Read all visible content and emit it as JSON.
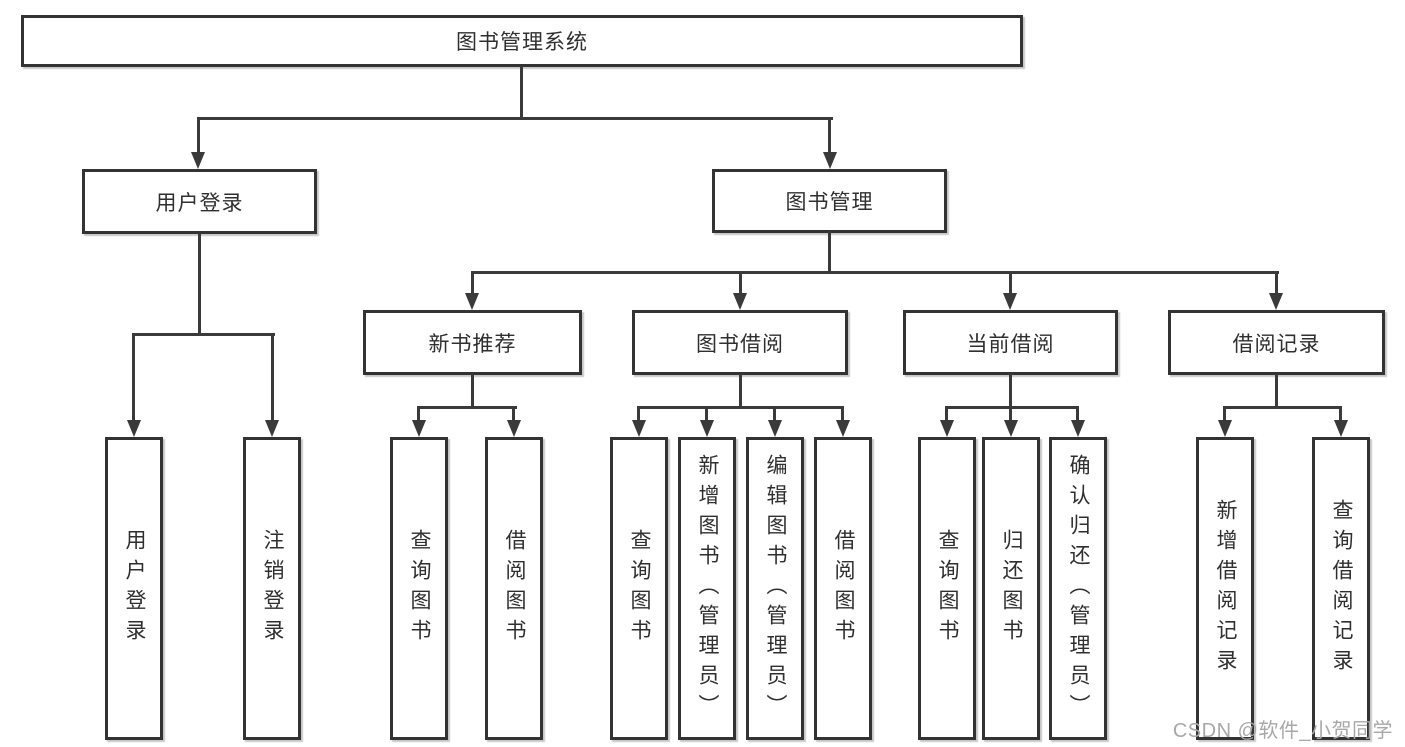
{
  "diagram_title": "图书管理系统",
  "tree": {
    "label": "图书管理系统",
    "children": [
      {
        "label": "用户登录",
        "children": [
          {
            "label": "用户登录"
          },
          {
            "label": "注销登录"
          }
        ]
      },
      {
        "label": "图书管理",
        "children": [
          {
            "label": "新书推荐",
            "children": [
              {
                "label": "查询图书"
              },
              {
                "label": "借阅图书"
              }
            ]
          },
          {
            "label": "图书借阅",
            "children": [
              {
                "label": "查询图书"
              },
              {
                "label": "新增图书（管理员）"
              },
              {
                "label": "编辑图书（管理员）"
              },
              {
                "label": "借阅图书"
              }
            ]
          },
          {
            "label": "当前借阅",
            "children": [
              {
                "label": "查询图书"
              },
              {
                "label": "归还图书"
              },
              {
                "label": "确认归还（管理员）"
              }
            ]
          },
          {
            "label": "借阅记录",
            "children": [
              {
                "label": "新增借阅记录"
              },
              {
                "label": "查询借阅记录"
              }
            ]
          }
        ]
      }
    ]
  },
  "watermark": {
    "text": "CSDN @软件_小贺同学"
  },
  "colors": {
    "line": "#3a3a3a",
    "box_border": "#333333",
    "text": "#2f2f2f",
    "watermark": "#a8a8a8",
    "background": "#ffffff"
  }
}
